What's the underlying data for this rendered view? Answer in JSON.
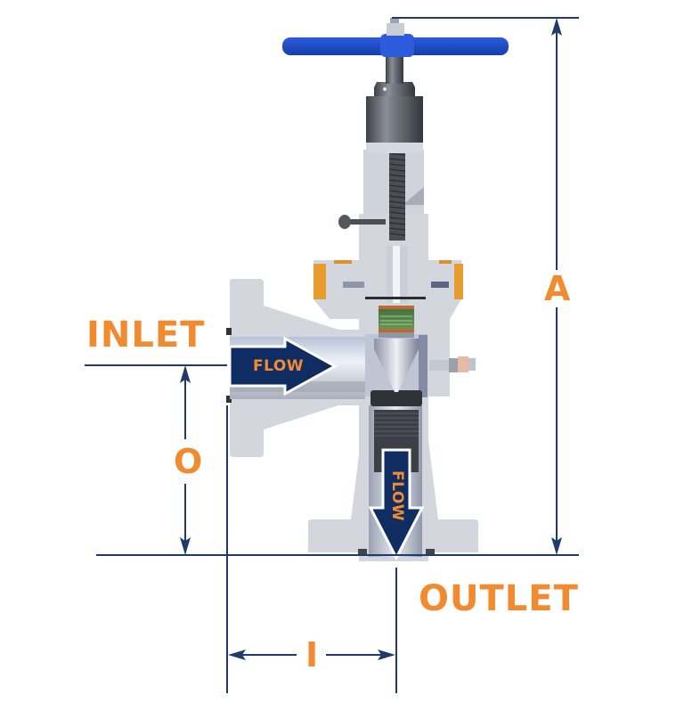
{
  "diagram": {
    "subject": "Angle valve cutaway with dimension callouts",
    "labels": {
      "inlet": "INLET",
      "outlet": "OUTLET",
      "flow_horizontal": "FLOW",
      "flow_vertical": "FLOW"
    },
    "dimensions": {
      "height_total": "A",
      "inlet_to_outlet_face": "O",
      "outlet_to_inlet_face": "I"
    },
    "icons": {
      "handwheel": "handwheel-icon",
      "flow_arrow_right": "arrow-right-icon",
      "flow_arrow_down": "arrow-down-icon",
      "dimension_arrow": "double-arrow-icon"
    },
    "colors": {
      "label_orange": "#f28b30",
      "dimension_navy": "#1f3a6b",
      "flow_arrow_navy": "#0f2d62",
      "handwheel_blue": "#1e4fc8",
      "body_gray": "#d2d5dc",
      "stem_dark": "#4e5159"
    }
  }
}
